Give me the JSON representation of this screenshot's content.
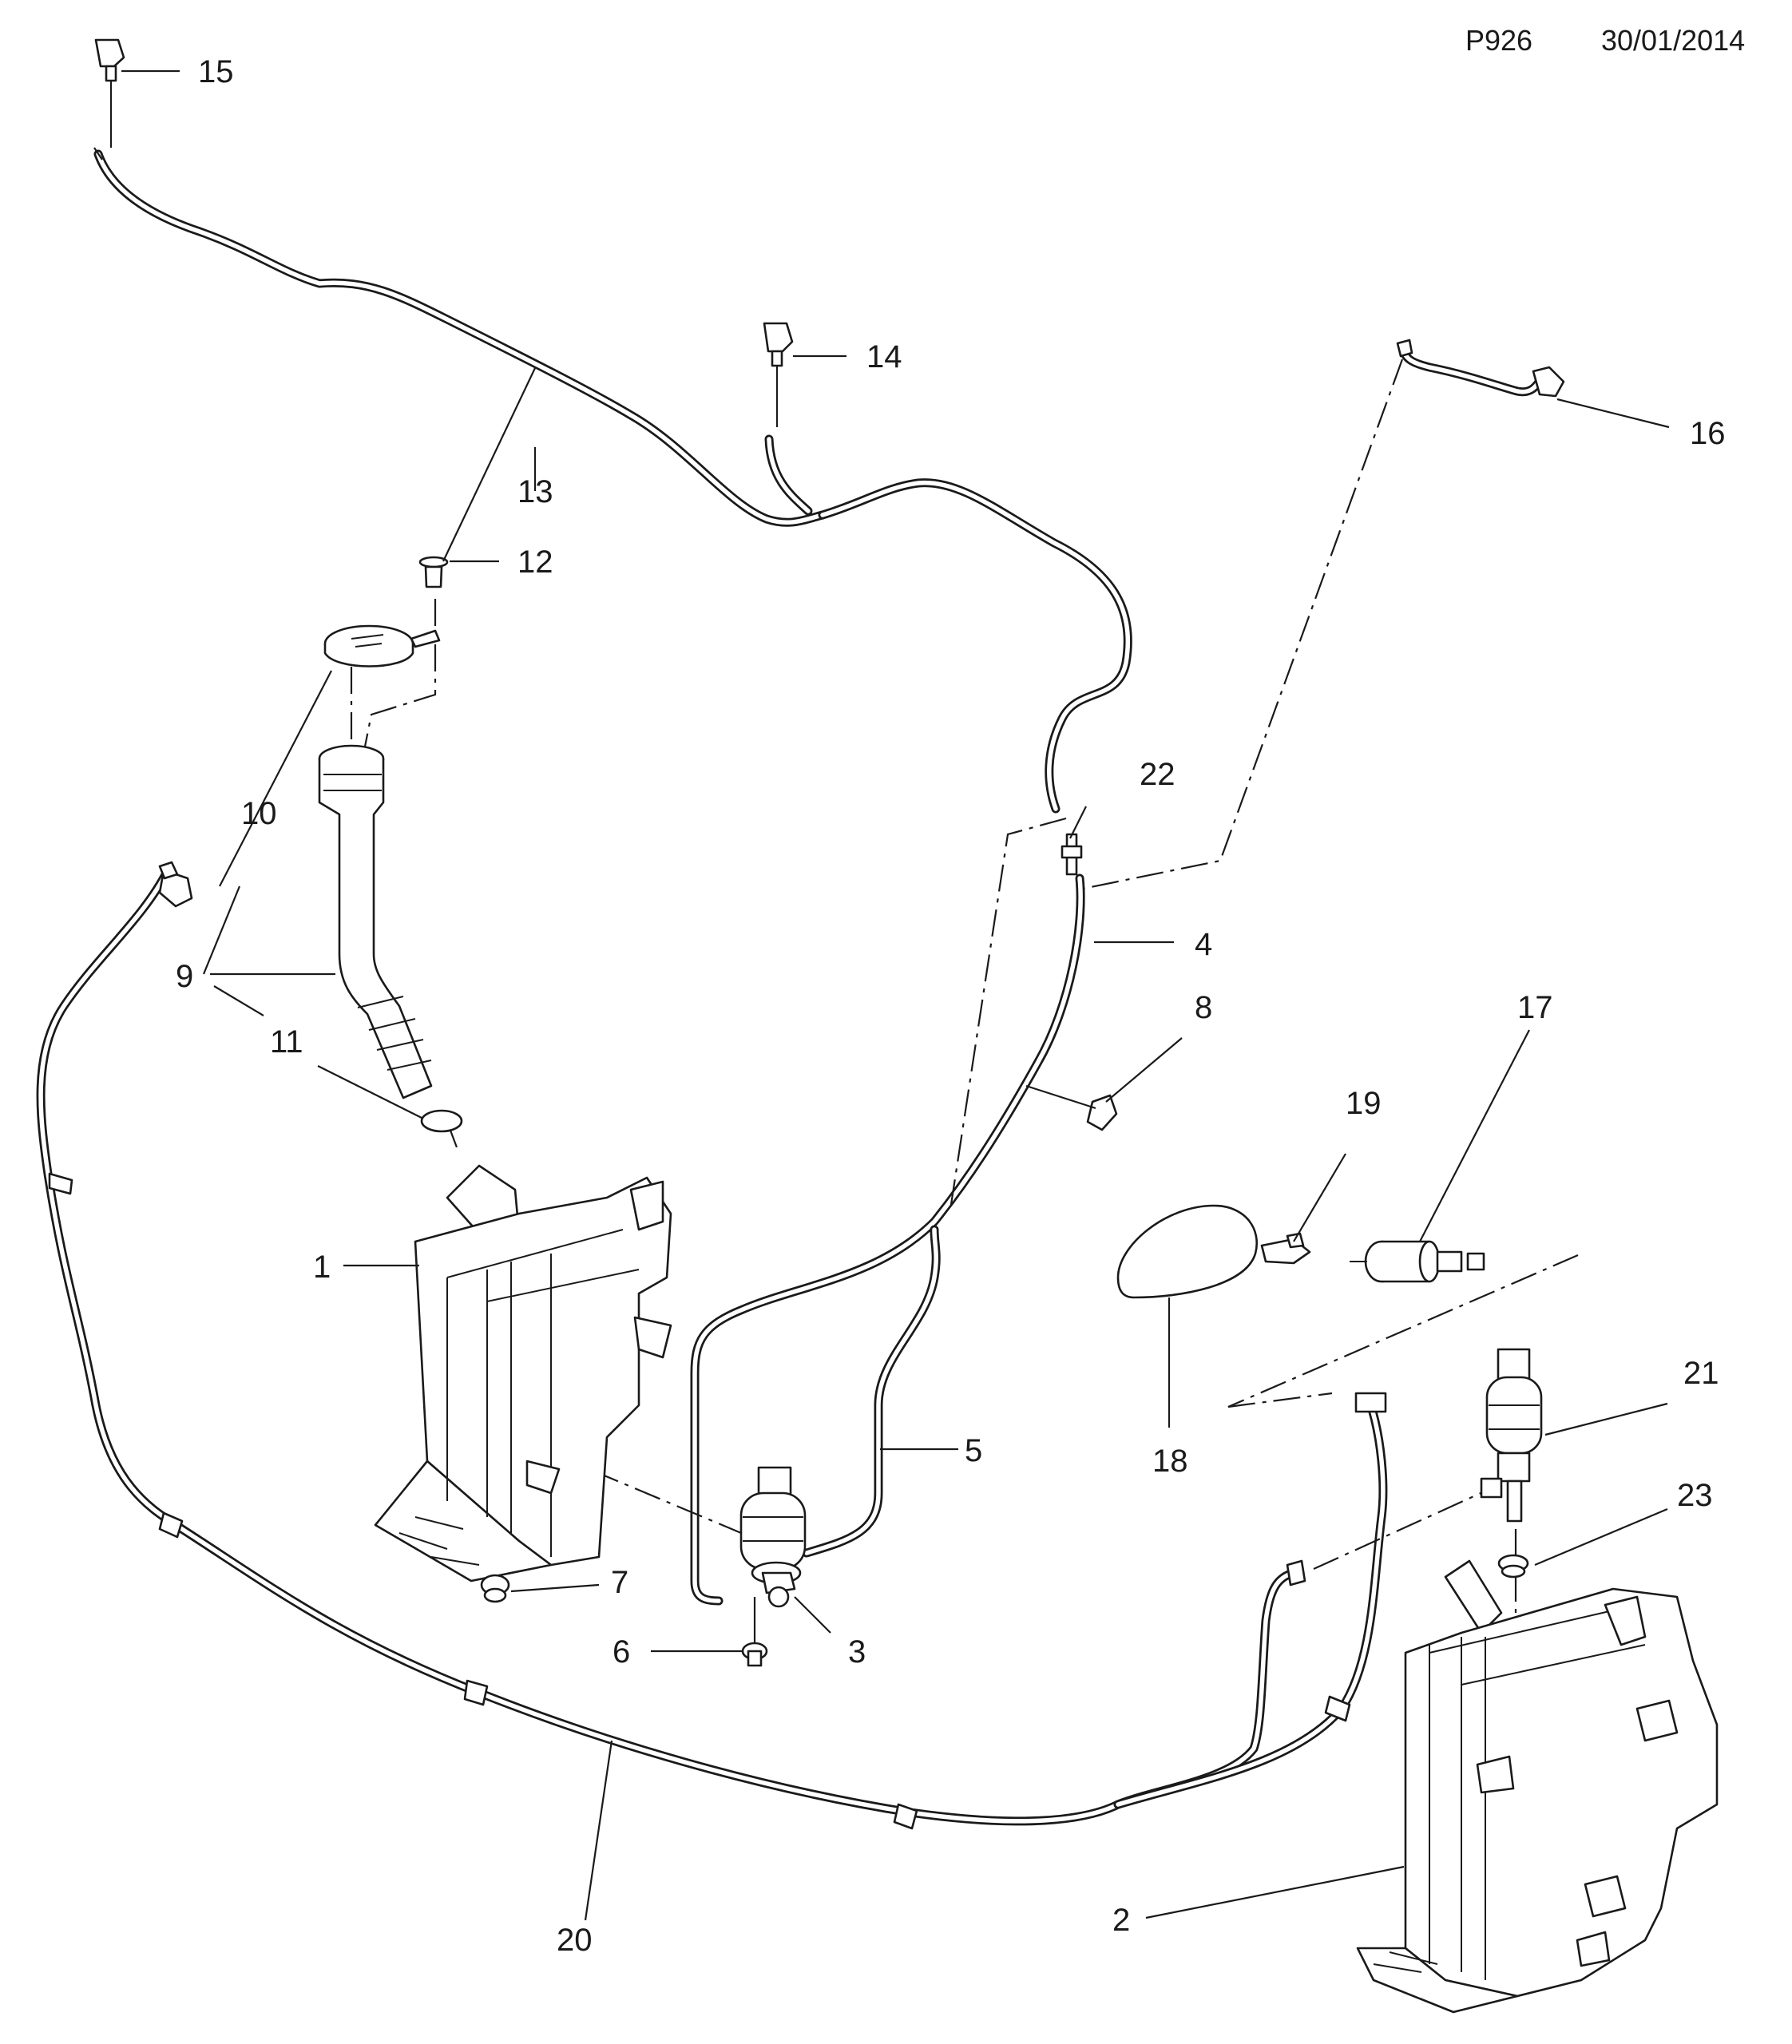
{
  "header": {
    "code": "P926",
    "date": "30/01/2014"
  },
  "callouts": {
    "c1": "1",
    "c2": "2",
    "c3": "3",
    "c4": "4",
    "c5": "5",
    "c6": "6",
    "c7": "7",
    "c8": "8",
    "c9": "9",
    "c10": "10",
    "c11": "11",
    "c12": "12",
    "c13": "13",
    "c14": "14",
    "c15": "15",
    "c16": "16",
    "c17": "17",
    "c18": "18",
    "c19": "19",
    "c20": "20",
    "c21": "21",
    "c22": "22",
    "c23": "23"
  }
}
